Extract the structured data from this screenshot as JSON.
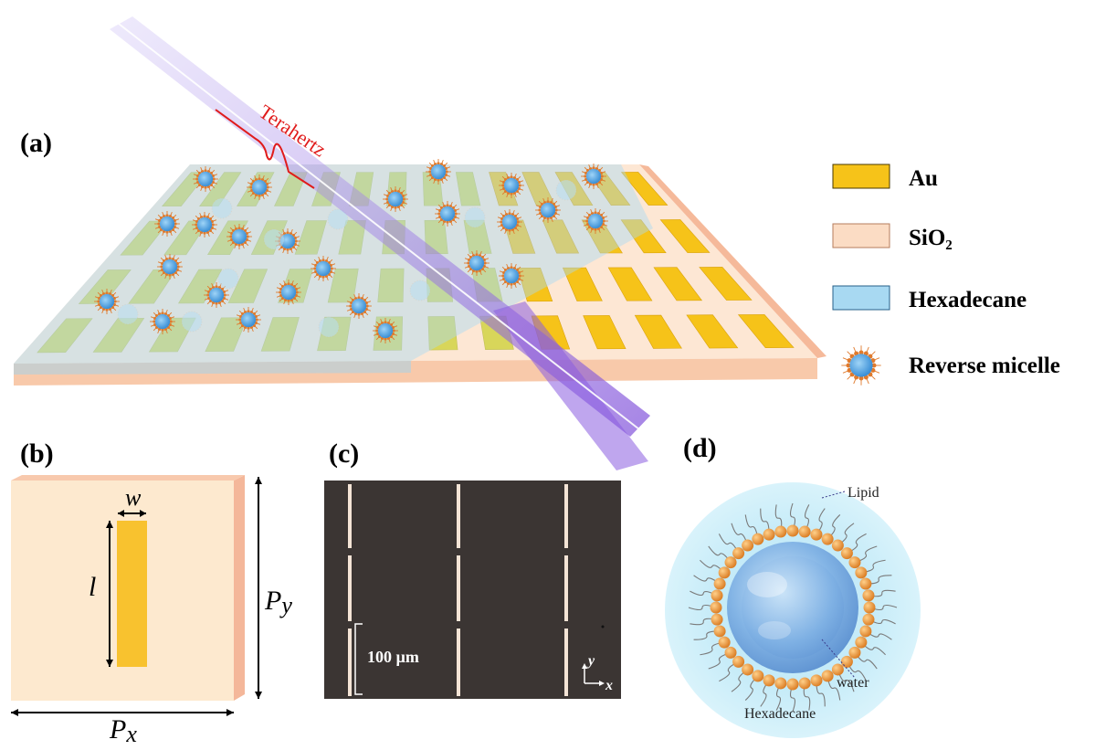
{
  "panels": {
    "a": {
      "label": "(a)",
      "beam_label": "Terahertz",
      "legend": [
        {
          "key": "au",
          "label": "Au",
          "color": "#f6c319",
          "edge": "#4a3a00"
        },
        {
          "key": "sio2",
          "label": "SiO₂",
          "color": "#fbdcc4",
          "edge": "#b67d5d"
        },
        {
          "key": "hexadecane",
          "label": "Hexadecane",
          "color": "#a8d9f2",
          "edge": "#27608a"
        },
        {
          "key": "reverse-micelle",
          "label": "Reverse micelle",
          "color": "#5aaee6",
          "edge": "#e07a2c"
        }
      ]
    },
    "b": {
      "label": "(b)",
      "width_symbol": "w",
      "length_symbol": "l",
      "period_y": {
        "main": "P",
        "sub": "y"
      },
      "period_x": {
        "main": "P",
        "sub": "x"
      }
    },
    "c": {
      "label": "(c)",
      "scale_bar": "100 µm",
      "axis_y": "y",
      "axis_x": "x"
    },
    "d": {
      "label": "(d)",
      "lipid_label": "Lipid",
      "water_label": "water",
      "medium_label": "Hexadecane"
    }
  },
  "colors": {
    "gold": "#f6c319",
    "substrate": "#fde9cf",
    "substrate_side": "#f5b99a",
    "hexadecane": "#bfe6f7",
    "beam": "#8a5ce0",
    "terahertz_red": "#e01b1b",
    "micrograph_bg": "#3b3533"
  }
}
